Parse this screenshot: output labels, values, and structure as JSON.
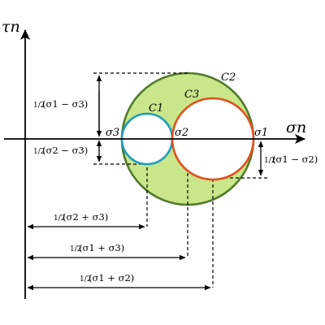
{
  "axes": {
    "x_label": "σn",
    "y_label": "τn"
  },
  "points": {
    "sigma3": "σ3",
    "sigma2": "σ2",
    "sigma1": "σ1"
  },
  "circles": {
    "c1": "C1",
    "c2": "C2",
    "c3": "C3"
  },
  "dimensions": {
    "half_s1_minus_s3": {
      "frac": "1/2",
      "expr": "(σ1 − σ3)"
    },
    "half_s2_minus_s3": {
      "frac": "1/2",
      "expr": "(σ2 − σ3)"
    },
    "half_s1_minus_s2": {
      "frac": "1/2",
      "expr": "(σ1 − σ2)"
    },
    "half_s2_plus_s3": {
      "frac": "1/2",
      "expr": "(σ2 + σ3)"
    },
    "half_s1_plus_s3": {
      "frac": "1/2",
      "expr": "(σ1 + σ3)"
    },
    "half_s1_plus_s2": {
      "frac": "1/2",
      "expr": "(σ1 + σ2)"
    }
  },
  "colors": {
    "c2_fill": "#c9e68a",
    "c2_stroke": "#4f7a2a",
    "c1_stroke": "#1e9cc0",
    "c3_stroke": "#e0501e",
    "axis": "#000000"
  }
}
